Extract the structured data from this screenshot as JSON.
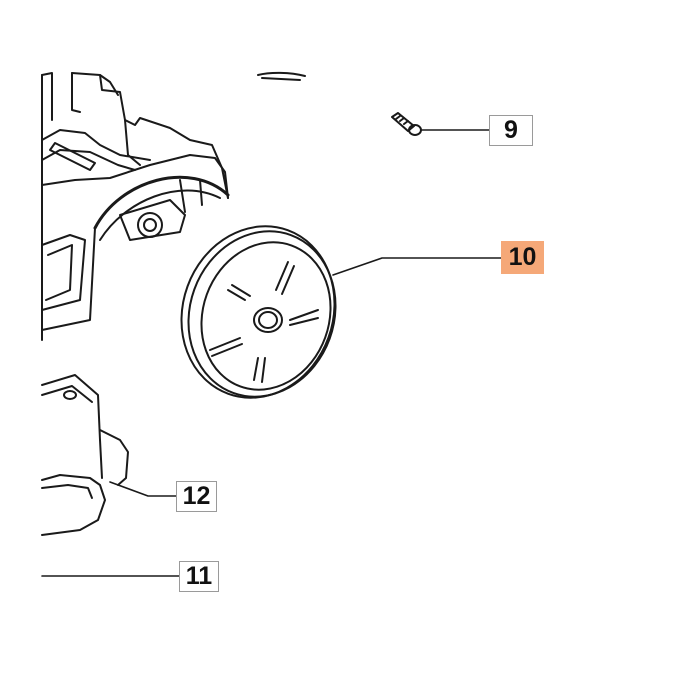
{
  "callouts": [
    {
      "id": "9",
      "label": "9",
      "highlighted": false
    },
    {
      "id": "10",
      "label": "10",
      "highlighted": true
    },
    {
      "id": "12",
      "label": "12",
      "highlighted": false
    },
    {
      "id": "11",
      "label": "11",
      "highlighted": false
    }
  ],
  "colors": {
    "highlight": "#f5a878",
    "line": "#1a1a1a",
    "background": "#ffffff"
  }
}
